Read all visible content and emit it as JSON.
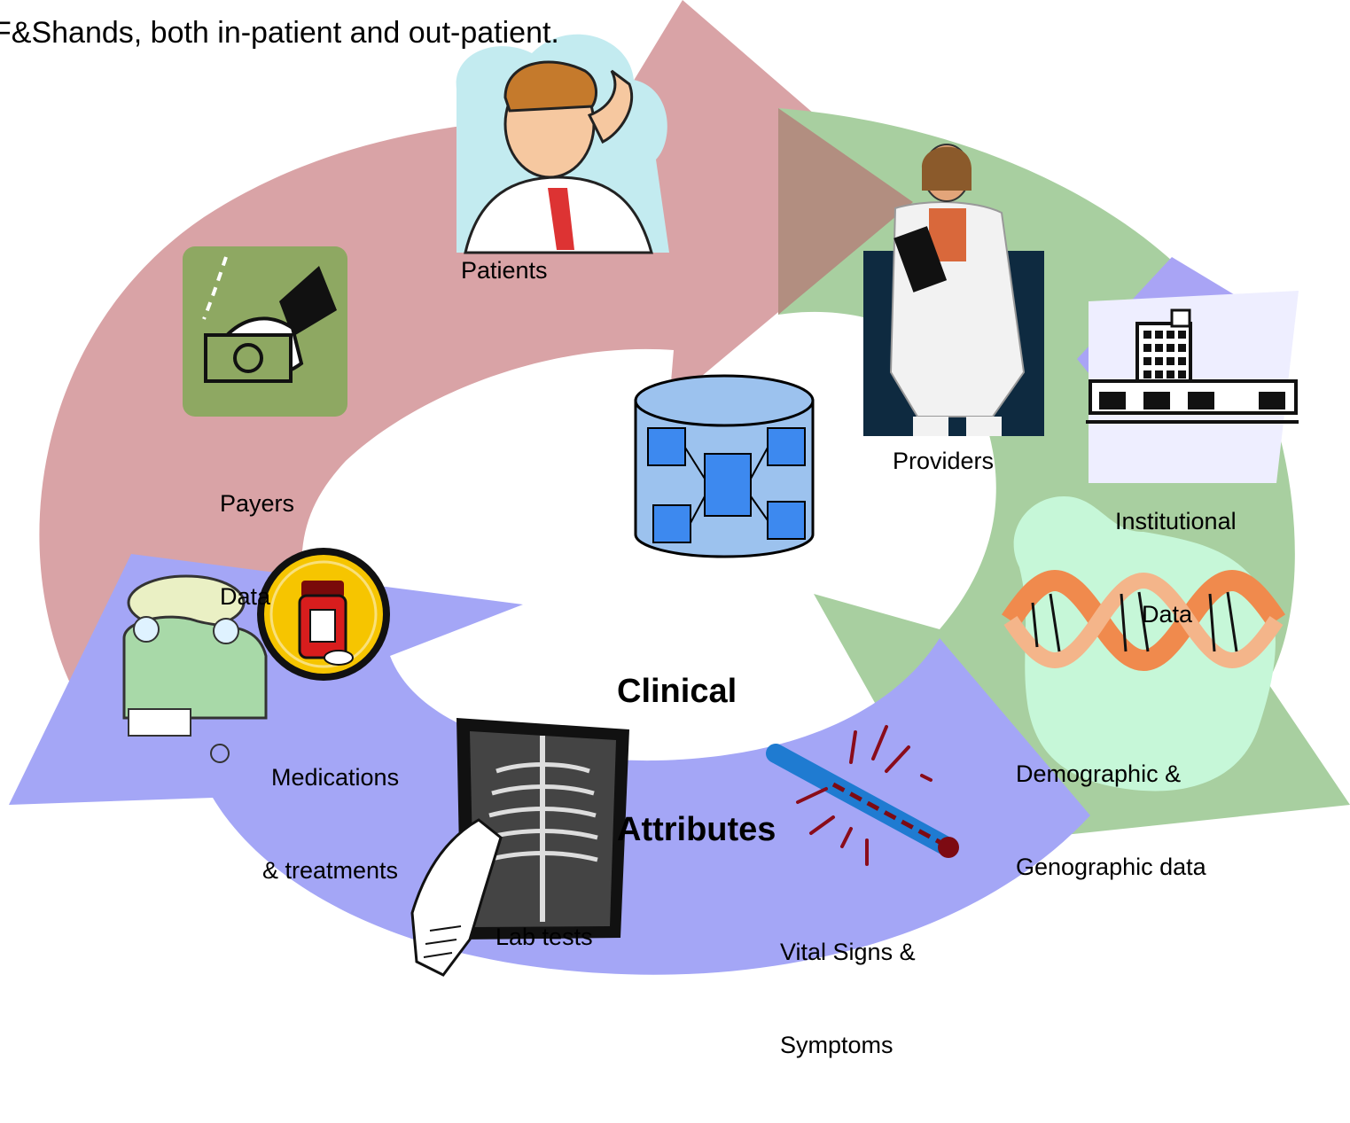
{
  "header": {
    "partial_line": "F&Shands, both in-patient and out-patient."
  },
  "center": {
    "title_line1": "Clinical",
    "title_line2": "Attributes"
  },
  "labels": {
    "patients": "Patients",
    "payers_line1": "Payers",
    "payers_line2": "Data",
    "providers": "Providers",
    "institutional_line1": "Institutional",
    "institutional_line2": "Data",
    "demographic_line1": "Demographic &",
    "demographic_line2": "Genographic data",
    "vitals_line1": "Vital Signs &",
    "vitals_line2": "Symptoms",
    "lab": "Lab tests",
    "medications_line1": "Medications",
    "medications_line2": "& treatments"
  },
  "colors": {
    "pink_arrow": "#d9a3a6",
    "green_arrow": "#a8cfa0",
    "purple_arrow": "#a4a6f6",
    "payer_tile": "#8ea862",
    "database_fill": "#9cc2ee",
    "database_box": "#3d89ef",
    "provider_bg": "#0e2a40",
    "patient_cloud": "#c3ebf0",
    "dna_orange": "#f08a4d"
  },
  "icons": [
    "patient-icon",
    "money-hand-icon",
    "doctor-icon",
    "hospital-icon",
    "dna-icon",
    "thermometer-icon",
    "xray-icon",
    "pill-bottle-icon",
    "surgery-icon",
    "database-icon"
  ]
}
